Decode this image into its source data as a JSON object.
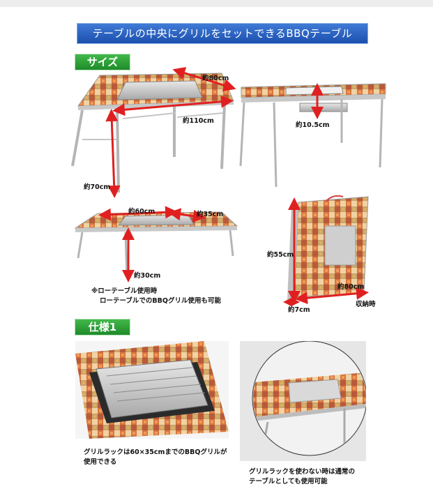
{
  "banner": "テーブルの中央にグリルをセットできるBBQテーブル",
  "sections": {
    "size": "サイズ",
    "spec": "仕様1"
  },
  "dimensions": {
    "d80": "約80cm",
    "d110": "約110cm",
    "d70": "約70cm",
    "d10_5": "約10.5cm",
    "d60": "約60cm",
    "d35": "約35cm",
    "d30": "約30cm",
    "d55": "約55cm",
    "d80b": "約80cm",
    "d7": "約7cm",
    "stored": "収納時"
  },
  "notes": {
    "low_table_1": "※ローテーブル使用時",
    "low_table_2": "ローテーブルでのBBQグリル使用も可能",
    "grill_rack_1": "グリルラックは60×35cmまでのBBQグリルが",
    "grill_rack_2": "使用できる",
    "no_rack_1": "グリルラックを使わない時は通常の",
    "no_rack_2": "テーブルとしても使用可能"
  },
  "colors": {
    "banner": "#1c4fae",
    "tag": "#2a9a34",
    "arrow": "#e02020"
  }
}
